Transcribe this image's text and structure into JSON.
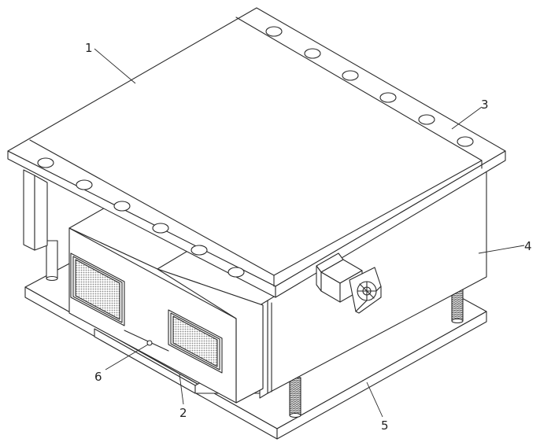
{
  "figure": {
    "labels": [
      {
        "id": "part-1",
        "text": "1"
      },
      {
        "id": "part-2",
        "text": "2"
      },
      {
        "id": "part-3",
        "text": "3"
      },
      {
        "id": "part-4",
        "text": "4"
      },
      {
        "id": "part-5",
        "text": "5"
      },
      {
        "id": "part-6",
        "text": "6"
      }
    ]
  },
  "colors": {
    "stroke": "#2a2a2a",
    "mesh": "#9a9a9a",
    "background": "#ffffff"
  }
}
